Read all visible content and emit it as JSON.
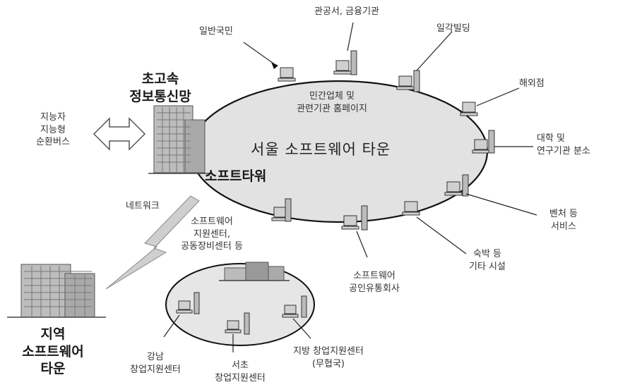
{
  "tower": {
    "network_title": [
      "초고속",
      "정보통신망"
    ],
    "name": "소프트타워",
    "left_labels": [
      "지능자",
      "지능형",
      "순환버스"
    ]
  },
  "main_ring": {
    "title": "서울 소프트웨어 타운",
    "inner_label": [
      "민간업체 및",
      "관련기관 홈페이지"
    ]
  },
  "nodes": {
    "public": "일반국민",
    "ministry": "관공서, 금융기관",
    "ilgak": "일각빌딩",
    "overseas": "해외점",
    "university": [
      "대학 및",
      "연구기관 분소"
    ],
    "venture": [
      "벤처 등",
      "서비스"
    ],
    "lodging": [
      "숙박 등",
      "기타 시설"
    ],
    "distributor": [
      "소프트웨어",
      "공인유통회사"
    ],
    "support_center": [
      "소프트웨어",
      "지원센터,",
      "공동장비센터 등"
    ]
  },
  "network_label": "네트워크",
  "regional": {
    "title": [
      "지역",
      "소프트웨어",
      "타운"
    ],
    "gangnam": [
      "강남",
      "창업지원센터"
    ],
    "seocho": [
      "서초",
      "창업지원센터"
    ],
    "local": [
      "지방 창업지원센터",
      "(무협국)"
    ]
  }
}
